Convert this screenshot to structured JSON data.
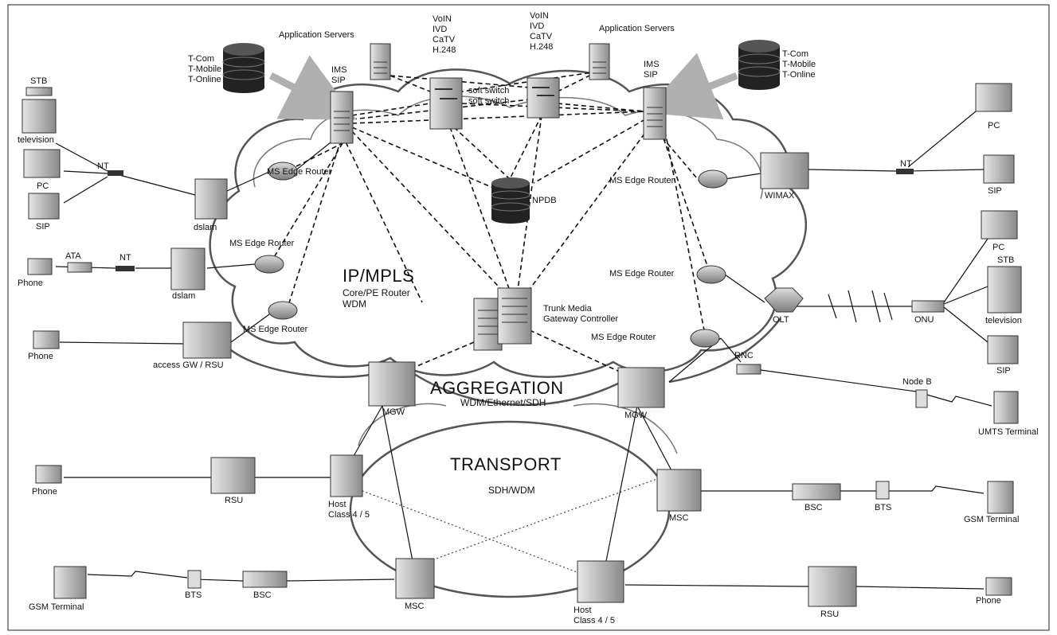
{
  "clouds": {
    "ip_mpls": {
      "title": "IP/MPLS",
      "sub1": "Core/PE Router",
      "sub2": "WDM"
    },
    "aggregation": {
      "title": "AGGREGATION",
      "sub": "WDM/Ethernet/SDH"
    },
    "transport": {
      "title": "TRANSPORT",
      "sub": "SDH/WDM"
    }
  },
  "labels": {
    "app_servers_left": "Application Servers",
    "app_servers_right": "Application Servers",
    "voin_left": "VoIN\nIVD\nCaTV\nH.248",
    "voin_right": "VoIN\nIVD\nCaTV\nH.248",
    "ims_left": "IMS\nSIP",
    "ims_right": "IMS\nSIP",
    "db_left": "T-Com\nT-Mobile\nT-Online",
    "db_right": "T-Com\nT-Mobile\nT-Online",
    "soft_switch": "soft switch\nsoft switch",
    "npdb": "NPDB",
    "trunk": "Trunk Media\nGateway Controller",
    "edge_1": "MS Edge Router",
    "edge_2": "MS Edge Router",
    "edge_3": "MS Edge Router",
    "edge_4": "MS Edge Router",
    "edge_5": "MS Edge Router",
    "edge_6": "MS Edge Router",
    "stb_left": "STB",
    "tv_left": "television",
    "pc_left": "PC",
    "sip_left": "SIP",
    "nt_left": "NT",
    "dslam_1": "dslam",
    "dslam_2": "dslam",
    "phone_1": "Phone",
    "ata": "ATA",
    "nt_ata": "NT",
    "phone_2": "Phone",
    "access_gw": "access GW / RSU",
    "pc_right_1": "PC",
    "nt_right": "NT",
    "sip_right_1": "SIP",
    "wimax": "WIMAX",
    "pc_right_2": "PC",
    "stb_right": "STB",
    "tv_right": "television",
    "sip_right_2": "SIP",
    "onu": "ONU",
    "olt": "OLT",
    "rnc": "RNC",
    "node_b": "Node B",
    "umts": "UMTS Terminal",
    "mgw_left": "MGW",
    "mgw_right": "MGW",
    "phone_3": "Phone",
    "rsu_left": "RSU",
    "host_left": "Host\nClass 4 / 5",
    "msc_right": "MSC",
    "bsc_right": "BSC",
    "bts_right": "BTS",
    "gsm_right": "GSM Terminal",
    "gsm_left": "GSM Terminal",
    "bts_left": "BTS",
    "bsc_left": "BSC",
    "msc_bottom": "MSC",
    "host_bottom": "Host\nClass 4 / 5",
    "rsu_bottom": "RSU",
    "phone_4": "Phone"
  },
  "colors": {
    "line": "#111111",
    "cloud": "#555555",
    "device": "#9a9a9a",
    "arrow": "#b0b0b0"
  }
}
